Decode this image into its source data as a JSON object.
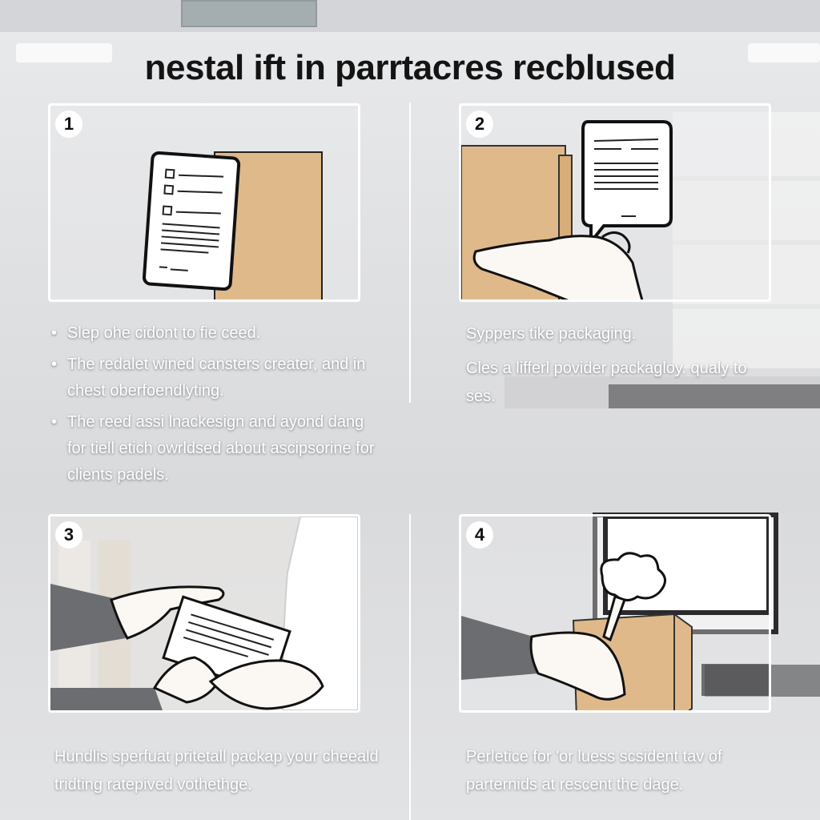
{
  "title": "nestal ift in parrtacres recblused",
  "steps": [
    {
      "number": "1",
      "bullets": [
        "Slep ohe cidont to fie ceed.",
        "The redalet wined cansters creater, and in chest oberfoendlyting.",
        "The reed assi lnackesign and ayond dang for tiell etich owrldsed about ascipsorine for clients padels."
      ]
    },
    {
      "number": "2",
      "lines": [
        "Syppers tike packaging.",
        "Cles a lifferl povider packagloy. qualy to ses."
      ]
    },
    {
      "number": "3",
      "text": "Hundlis sperfuat pritetall packap your cheeald tridting ratepived vothethge."
    },
    {
      "number": "4",
      "text": "Perletice for 'or luess scsident tav of parternids at rescent the dage."
    }
  ],
  "colors": {
    "cardboard": "#e0b98a",
    "sleeve": "#6b6d70",
    "skin": "#fbf7f2",
    "text": "#ffffff",
    "title": "#141414"
  }
}
